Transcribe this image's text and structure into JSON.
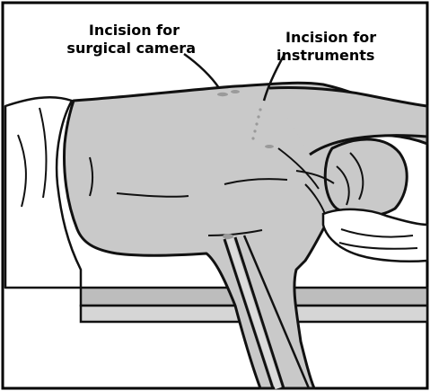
{
  "labels": {
    "camera_line1": "Incision for",
    "camera_line2": "surgical camera",
    "instruments_line1": "Incision for",
    "instruments_line2": "instruments"
  },
  "colors": {
    "border": "#000000",
    "skin": "#c9c9c9",
    "skin_shadow": "#9a9a9a",
    "line": "#111111",
    "background": "#ffffff",
    "table": "#bdbdbd"
  }
}
